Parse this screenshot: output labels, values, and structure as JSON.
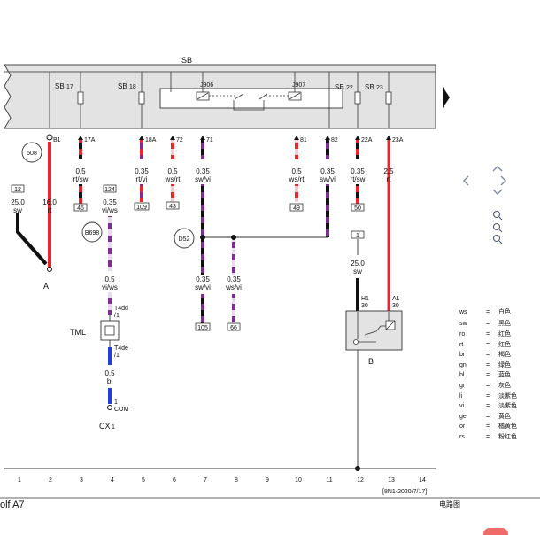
{
  "bus": {
    "name": "SB"
  },
  "relays": {
    "j906": "J906",
    "j907": "J907"
  },
  "fuses": [
    {
      "id": "sb17",
      "label": "SB",
      "sub": "17"
    },
    {
      "id": "sb18",
      "label": "SB",
      "sub": "18"
    },
    {
      "id": "sb22",
      "label": "SB",
      "sub": "22"
    },
    {
      "id": "sb23",
      "label": "SB",
      "sub": "23"
    }
  ],
  "pins": {
    "b1": "B1",
    "p17a": "17A",
    "p18a": "18A",
    "p72": "72",
    "p71": "71",
    "p81": "81",
    "p82": "82",
    "p22a": "22A",
    "p23a": "23A"
  },
  "wires": {
    "w_b1": {
      "size": "16.0",
      "color": "rt"
    },
    "w_17a": {
      "size": "0.5",
      "color": "rt/sw"
    },
    "w_18a": {
      "size": "0.35",
      "color": "rt/vi"
    },
    "w_72": {
      "size": "0.5",
      "color": "ws/rt"
    },
    "w_71": {
      "size": "0.35",
      "color": "sw/vi"
    },
    "w_81": {
      "size": "0.5",
      "color": "ws/rt"
    },
    "w_82": {
      "size": "0.35",
      "color": "sw/vi"
    },
    "w_22a": {
      "size": "0.35",
      "color": "rt/sw"
    },
    "w_23a": {
      "size": "2.5",
      "color": "rt"
    },
    "w_a": {
      "size": "25.0",
      "color": "sw"
    },
    "w_124": {
      "size": "0.35",
      "color": "vi/ws"
    },
    "w_tml": {
      "size": "0.5",
      "color": "vi/ws"
    },
    "w_cx": {
      "size": "0.5",
      "color": "bl"
    },
    "w_105": {
      "size": "0.35",
      "color": "sw/vi"
    },
    "w_66": {
      "size": "0.35",
      "color": "ws/vi"
    },
    "w_b": {
      "size": "25.0",
      "color": "sw"
    }
  },
  "refs": {
    "r12": "12",
    "r124": "124",
    "r45": "45",
    "r109": "109",
    "r43": "43",
    "r49": "49",
    "r50": "50",
    "r1": "1",
    "r105": "105",
    "r66": "66"
  },
  "circles": {
    "c508": "508",
    "c698": "B698",
    "d52": "D52"
  },
  "components": {
    "a": "A",
    "b": "B",
    "tml": "TML",
    "cx": "CX",
    "cx_sub": "1",
    "t4dd": "T4dd",
    "t4dd_pin": "/1",
    "t4de": "T4de",
    "t4de_pin": "/1",
    "com_pin": "1",
    "com": "COM",
    "h1": "H1",
    "h1_pin": "30",
    "a1": "A1",
    "a1_pin": "30"
  },
  "columns": [
    "1",
    "2",
    "3",
    "4",
    "5",
    "6",
    "7",
    "8",
    "9",
    "10",
    "11",
    "12",
    "13",
    "14"
  ],
  "footer": {
    "model": "olf A7",
    "page_code": "[8N1-2020/7/17]",
    "title": "电路图"
  },
  "legend": [
    {
      "code": "ws",
      "eq": "=",
      "name": "白色"
    },
    {
      "code": "sw",
      "eq": "=",
      "name": "黑色"
    },
    {
      "code": "ro",
      "eq": "=",
      "name": "红色"
    },
    {
      "code": "rt",
      "eq": "=",
      "name": "红色"
    },
    {
      "code": "br",
      "eq": "=",
      "name": "褐色"
    },
    {
      "code": "gn",
      "eq": "=",
      "name": "绿色"
    },
    {
      "code": "bl",
      "eq": "=",
      "name": "蓝色"
    },
    {
      "code": "gr",
      "eq": "=",
      "name": "灰色"
    },
    {
      "code": "li",
      "eq": "=",
      "name": "淡紫色"
    },
    {
      "code": "vi",
      "eq": "=",
      "name": "淡紫色"
    },
    {
      "code": "ge",
      "eq": "=",
      "name": "黄色"
    },
    {
      "code": "or",
      "eq": "=",
      "name": "橘黄色"
    },
    {
      "code": "rs",
      "eq": "=",
      "name": "粉红色"
    }
  ],
  "colors": {
    "red": "#e8262b",
    "purple": "#7b2f8e",
    "pink": "#d9c5e4",
    "blue": "#1f3fd8",
    "black": "#111111",
    "bus": "#e3e3e3"
  }
}
